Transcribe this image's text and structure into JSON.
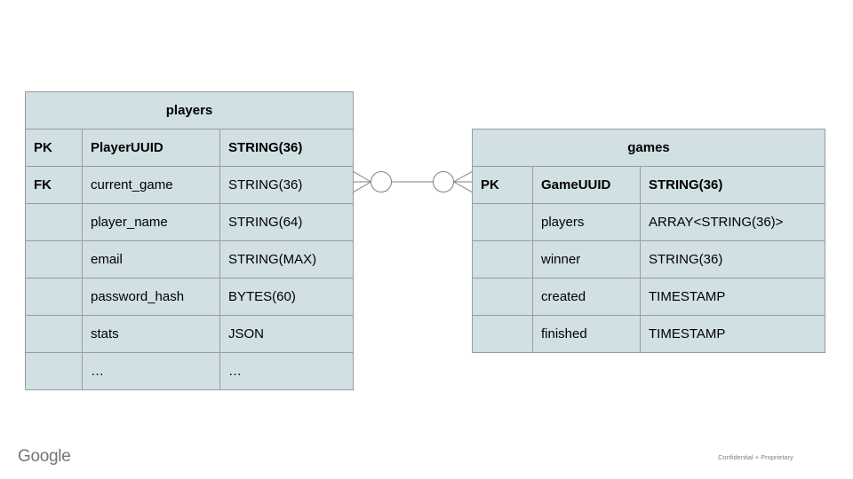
{
  "tables": {
    "players": {
      "title": "players",
      "rows": [
        {
          "key": "PK",
          "field": "PlayerUUID",
          "type": "STRING(36)"
        },
        {
          "key": "FK",
          "field": "current_game",
          "type": "STRING(36)"
        },
        {
          "key": "",
          "field": "player_name",
          "type": "STRING(64)"
        },
        {
          "key": "",
          "field": "email",
          "type": "STRING(MAX)"
        },
        {
          "key": "",
          "field": "password_hash",
          "type": "BYTES(60)"
        },
        {
          "key": "",
          "field": "stats",
          "type": "JSON"
        },
        {
          "key": "",
          "field": "…",
          "type": "…"
        }
      ]
    },
    "games": {
      "title": "games",
      "rows": [
        {
          "key": "PK",
          "field": "GameUUID",
          "type": "STRING(36)"
        },
        {
          "key": "",
          "field": "players",
          "type": "ARRAY<STRING(36)>"
        },
        {
          "key": "",
          "field": "winner",
          "type": "STRING(36)"
        },
        {
          "key": "",
          "field": "created",
          "type": "TIMESTAMP"
        },
        {
          "key": "",
          "field": "finished",
          "type": "TIMESTAMP"
        }
      ]
    }
  },
  "relationship": {
    "from_table": "players",
    "from_row": "current_game",
    "to_table": "games",
    "to_row": "GameUUID",
    "notation": "crows-foot with circles (zero-or-many on both ends)"
  },
  "footer": {
    "brand": "Google",
    "note": "Confidential + Proprietary"
  },
  "colors": {
    "cell_bg": "#d0e0e3",
    "border": "#9b9b9b",
    "connector": "#808080",
    "text": "#000000",
    "brand_gray": "#757575",
    "note_gray": "#7f7f7f"
  }
}
